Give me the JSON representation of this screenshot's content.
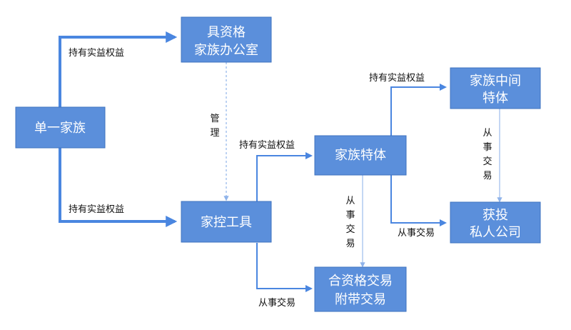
{
  "nodes": {
    "single_family": {
      "label": "单一家族"
    },
    "qualified_office": {
      "line1": "具资格",
      "line2": "家族办公室"
    },
    "holding_vehicle": {
      "label": "家控工具"
    },
    "family_entity": {
      "label": "家族特体"
    },
    "intermediate_entity": {
      "line1": "家族中间",
      "line2": "特体"
    },
    "private_company": {
      "line1": "获投",
      "line2": "私人公司"
    },
    "qualified_transaction": {
      "line1": "合资格交易",
      "line2": "附带交易"
    }
  },
  "edge_labels": {
    "beneficial_interest": "持有实益权益",
    "manage": [
      "管",
      "理"
    ],
    "transact": "从事交易",
    "transact_vertical": [
      "从",
      "事",
      "交",
      "易"
    ]
  },
  "colors": {
    "node_fill": "#5b8fdb",
    "arrow": "#4a86e0"
  }
}
